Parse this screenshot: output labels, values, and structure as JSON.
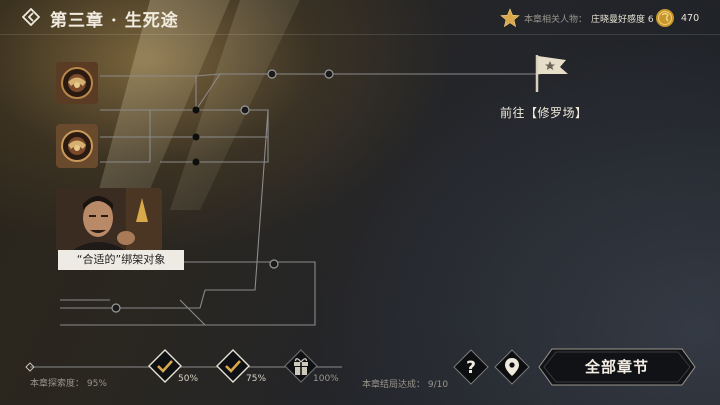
{
  "header": {
    "title": "第三章 · 生死途",
    "related_label": "本章相关人物：",
    "related_value": "庄晓曼好感度 6",
    "coins": "470"
  },
  "map": {
    "destination": "前往【修罗场】",
    "portrait_caption": "“合适的”绑架对象"
  },
  "footer": {
    "explore_label": "本章探索度：",
    "explore_value": "95%",
    "milestones": [
      {
        "value": "50%",
        "state": "checked"
      },
      {
        "value": "75%",
        "state": "checked"
      },
      {
        "value": "100%",
        "state": "locked"
      }
    ],
    "ending_label": "本章结局达成：",
    "ending_value": "9/10",
    "all_chapters": "全部章节"
  },
  "colors": {
    "accent_gold": "#d8a84a",
    "line": "#8a8a8a",
    "panel_dark": "#101114"
  },
  "icons": [
    "back-arrow-icon",
    "star-icon",
    "coin-icon",
    "flag-icon",
    "check-icon",
    "gift-icon",
    "help-icon",
    "map-pin-icon",
    "medal-icon"
  ]
}
